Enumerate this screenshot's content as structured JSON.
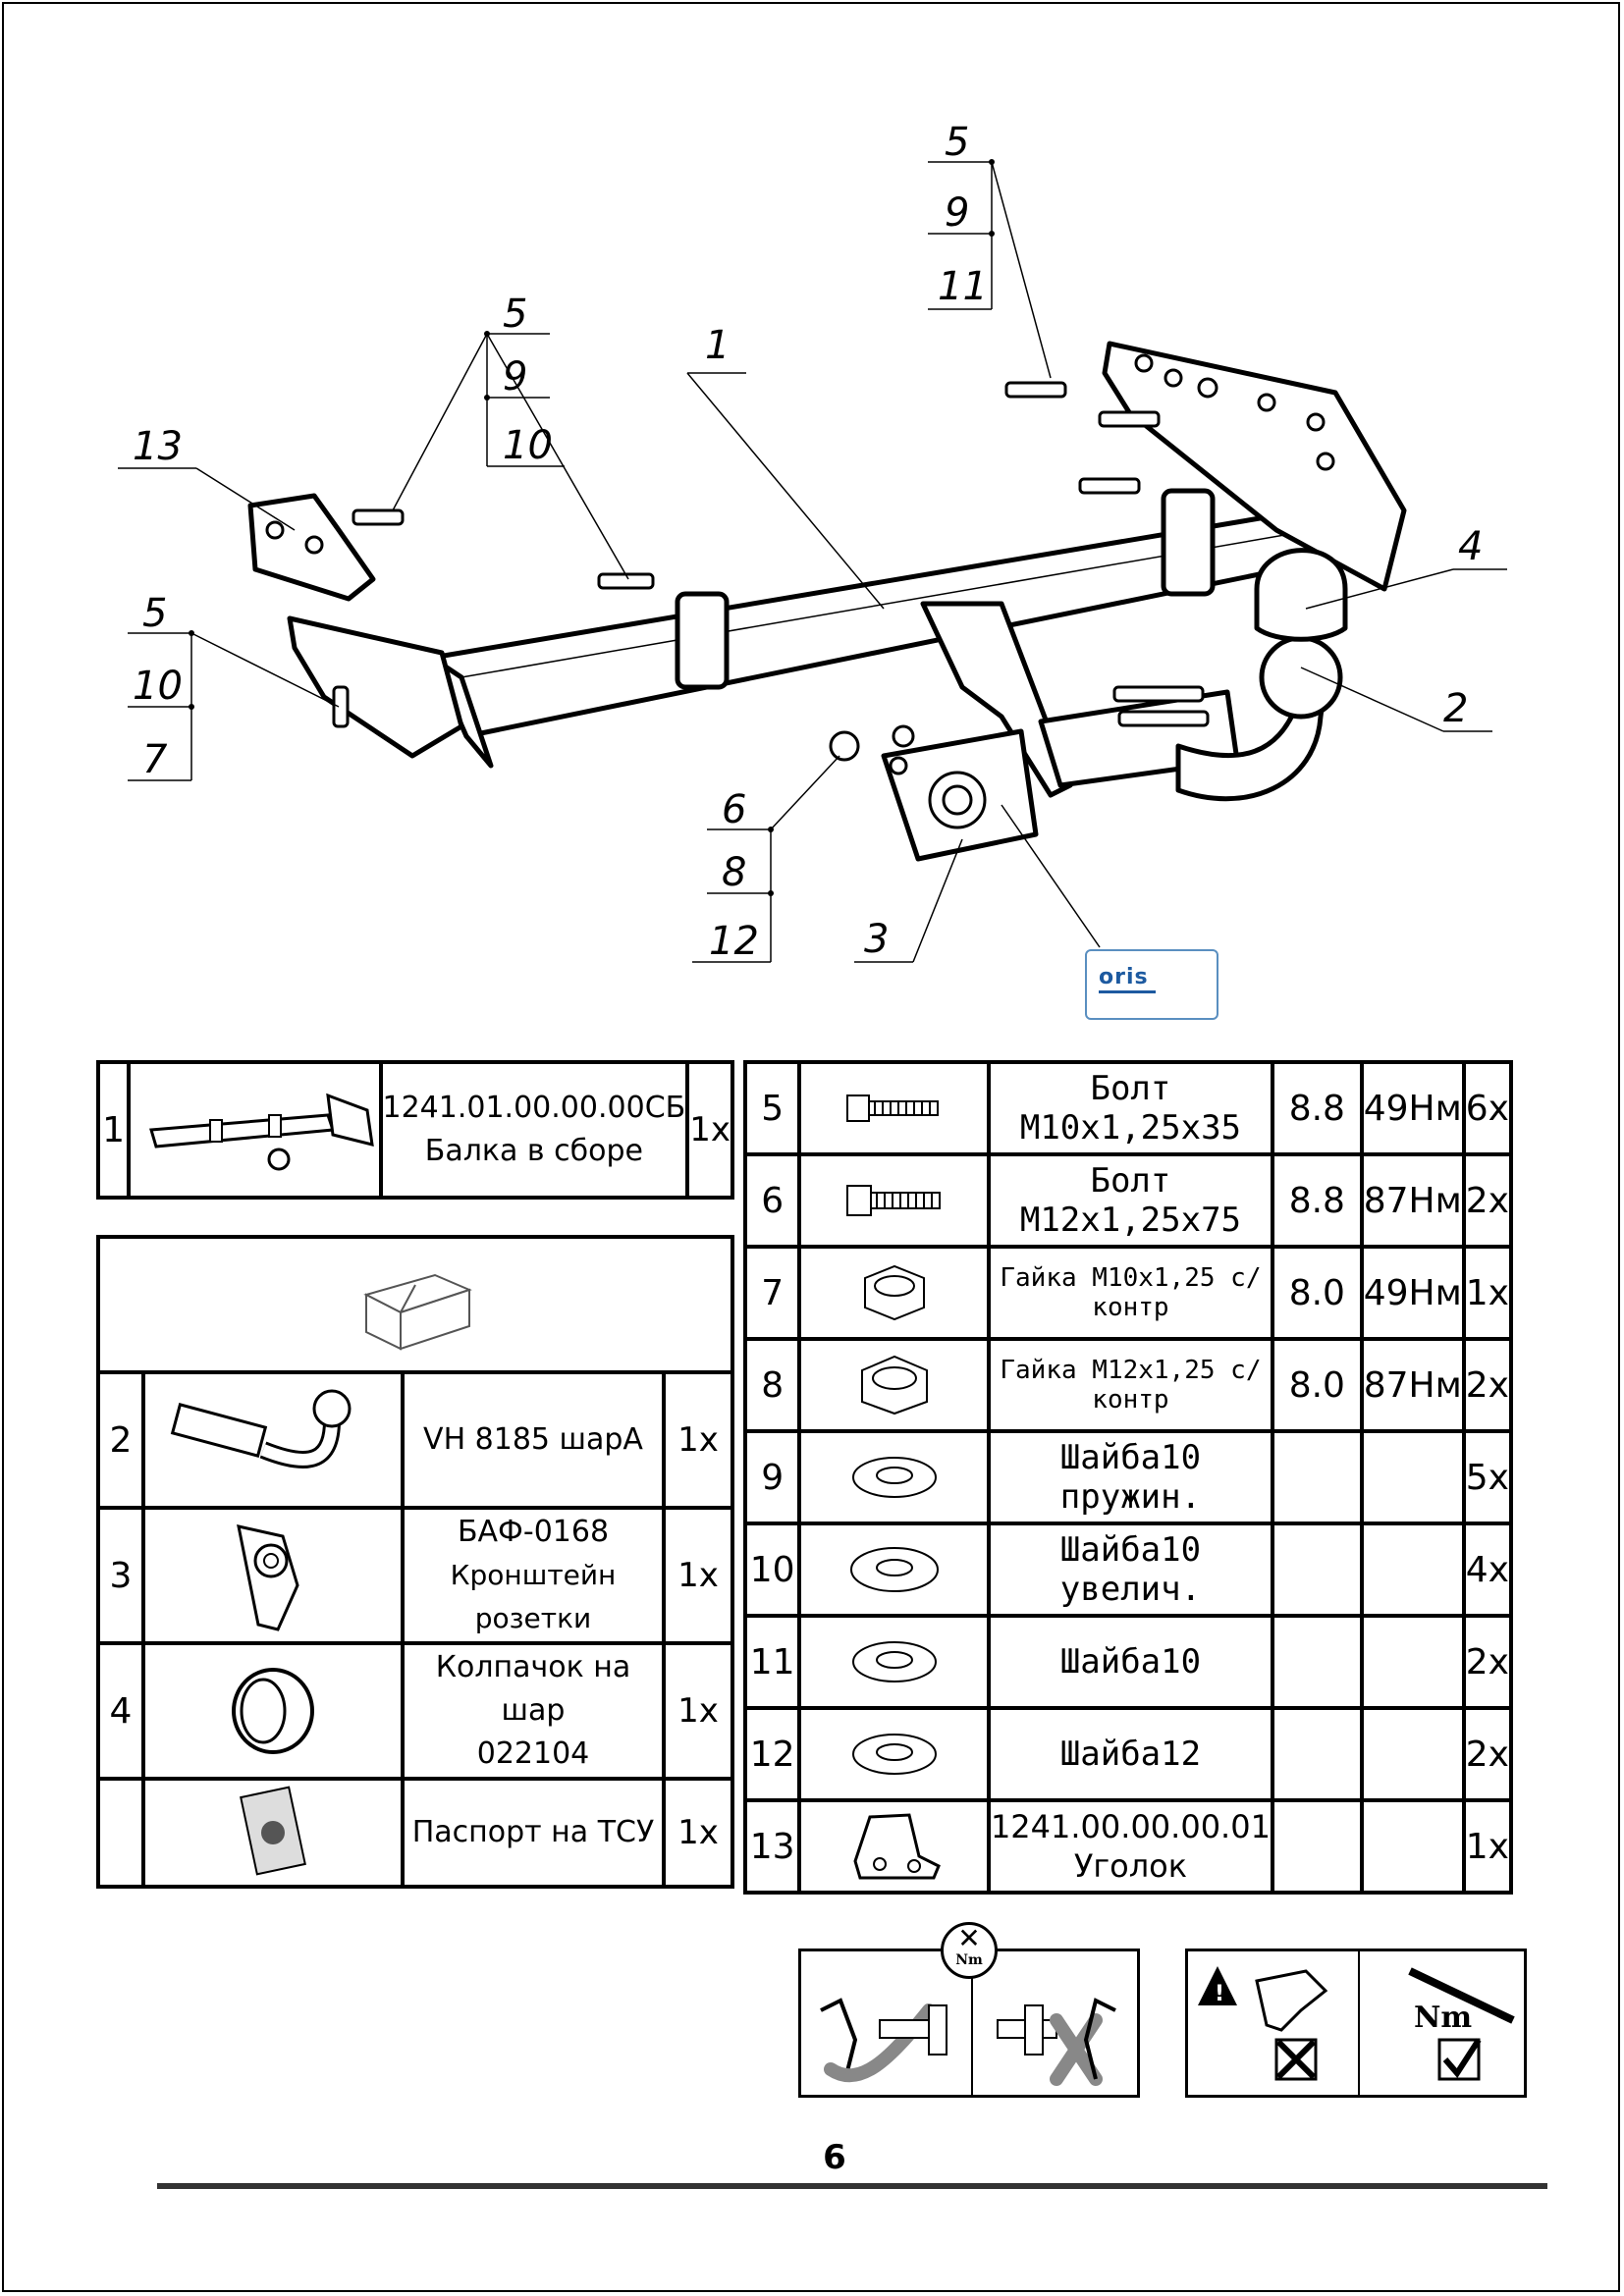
{
  "callouts": {
    "c1": "1",
    "c2": "2",
    "c3": "3",
    "c4": "4",
    "c5a": "5",
    "c9a": "9",
    "c11": "11",
    "c5b": "5",
    "c9b": "9",
    "c10a": "10",
    "c13": "13",
    "c5c": "5",
    "c10b": "10",
    "c7": "7",
    "c6": "6",
    "c8": "8",
    "c12": "12"
  },
  "logo": {
    "text": "oris"
  },
  "parts_left": [
    {
      "num": "1",
      "code": "1241.01.00.00.00СБ",
      "name": "Балка в сборе",
      "qty": "1х"
    }
  ],
  "parts_kit": [
    {
      "num": "2",
      "code": "VH 8185 шарА",
      "name": "",
      "qty": "1х"
    },
    {
      "num": "3",
      "code": "БАФ-0168",
      "name": "Кронштейн розетки",
      "qty": "1х"
    },
    {
      "num": "4",
      "code": "Колпачок на шар",
      "name": "022104",
      "qty": "1х"
    },
    {
      "num": "",
      "code": "Паспорт на ТСУ",
      "name": "",
      "qty": "1х"
    }
  ],
  "hardware": [
    {
      "num": "5",
      "desc": "Болт М10х1,25х35",
      "grade": "8.8",
      "torque": "49Нм",
      "qty": "6х"
    },
    {
      "num": "6",
      "desc": "Болт М12х1,25х75",
      "grade": "8.8",
      "torque": "87Нм",
      "qty": "2х"
    },
    {
      "num": "7",
      "desc": "Гайка М10х1,25 с/контр",
      "grade": "8.0",
      "torque": "49Нм",
      "qty": "1х"
    },
    {
      "num": "8",
      "desc": "Гайка М12х1,25 с/контр",
      "grade": "8.0",
      "torque": "87Нм",
      "qty": "2х"
    },
    {
      "num": "9",
      "desc": "Шайба10 пружин.",
      "grade": "",
      "torque": "",
      "qty": "5х"
    },
    {
      "num": "10",
      "desc": "Шайба10 увелич.",
      "grade": "",
      "torque": "",
      "qty": "4х"
    },
    {
      "num": "11",
      "desc": "Шайба10",
      "grade": "",
      "torque": "",
      "qty": "2х"
    },
    {
      "num": "12",
      "desc": "Шайба12",
      "grade": "",
      "torque": "",
      "qty": "2х"
    },
    {
      "num": "13",
      "desc": "1241.00.00.00.01",
      "desc2": "Уголок",
      "grade": "",
      "torque": "",
      "qty": "1х"
    }
  ],
  "tools": {
    "nm_label_1": "Nm",
    "nm_label_2": "Nm"
  },
  "page": {
    "number": "6"
  }
}
